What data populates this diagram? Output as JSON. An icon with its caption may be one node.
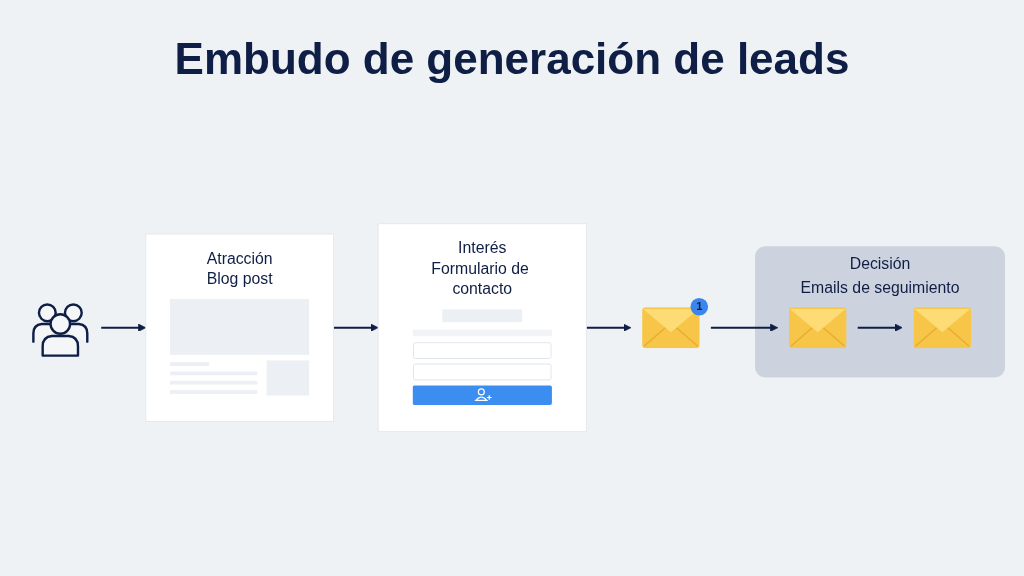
{
  "diagram": {
    "title": "Embudo de generación de leads",
    "nodes": [
      {
        "text": [],
        "shape": "person"
      },
      {
        "text": [
          "Atracción",
          "Blog post"
        ]
      },
      {
        "text": [
          "Interés",
          "Formulario de contacto"
        ]
      },
      {
        "text": [],
        "shape": "picture",
        "beside": [
          "1"
        ]
      },
      {
        "text": [
          "Decisión",
          "Emails de seguimiento"
        ]
      },
      {
        "text": [],
        "shape": "picture",
        "in": 4
      },
      {
        "text": [],
        "shape": "picture",
        "in": 4
      }
    ],
    "edges": [
      {
        "from": 0,
        "to": 1,
        "arrow": "to"
      },
      {
        "from": 1,
        "to": 2,
        "arrow": "to"
      },
      {
        "from": 2,
        "to": 3,
        "arrow": "to"
      },
      {
        "from": 3,
        "to": 5,
        "arrow": "to"
      },
      {
        "from": 5,
        "to": 6,
        "arrow": "to"
      }
    ]
  }
}
